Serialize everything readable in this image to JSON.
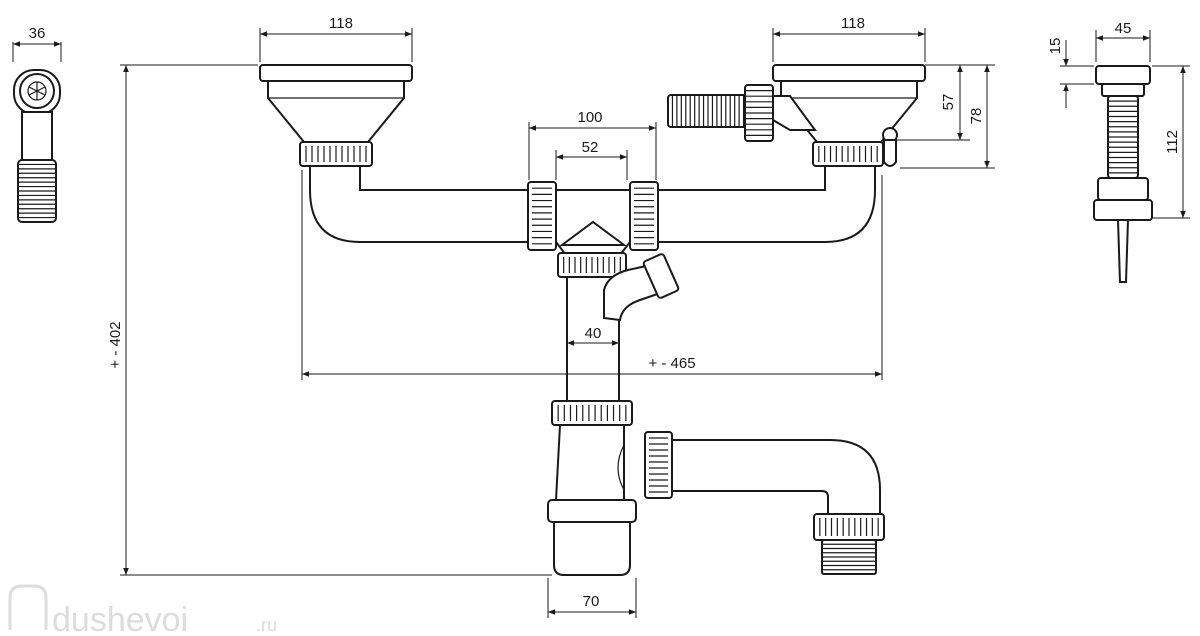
{
  "dimensions": {
    "overflow_diameter": "36",
    "left_bowl_width": "118",
    "right_bowl_width": "118",
    "tee_outer": "100",
    "tee_inner": "52",
    "vertical_pipe": "40",
    "total_width": "+ - 465",
    "total_height": "+ - 402",
    "trap_width": "70",
    "flange_height": "57",
    "strainer_height": "78",
    "overflow_width": "45",
    "overflow_cap": "15",
    "overflow_hose": "112"
  },
  "watermark": {
    "name": "dushevoi",
    "tld": ".ru"
  }
}
